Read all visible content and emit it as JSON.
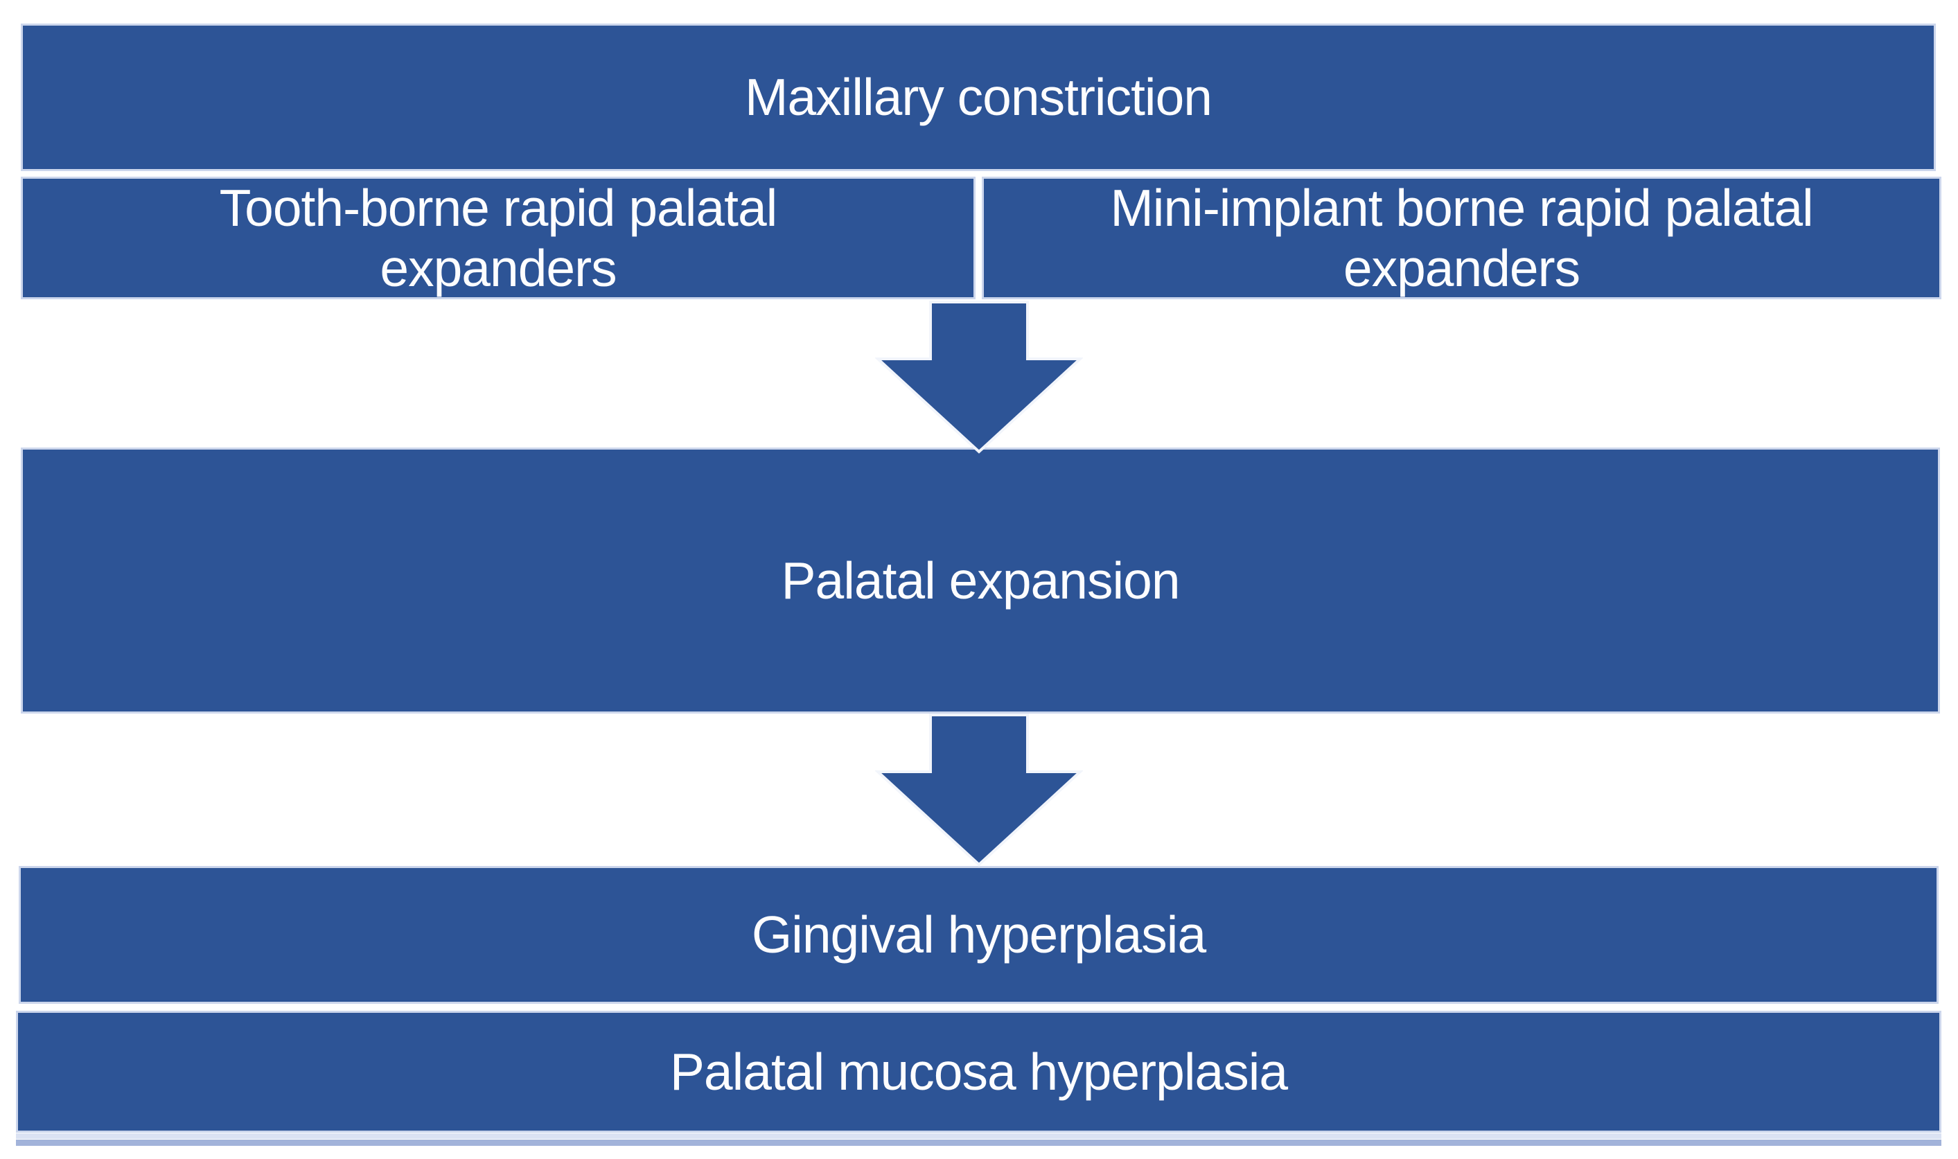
{
  "diagram": {
    "nodes": {
      "maxillary": {
        "label": "Maxillary constriction"
      },
      "tooth_borne": {
        "line1": "Tooth-borne rapid palatal",
        "line2": "expanders"
      },
      "mini_implant": {
        "line1": "Mini-implant borne rapid palatal",
        "line2": "expanders"
      },
      "palatal_expansion": {
        "label": "Palatal expansion"
      },
      "gingival": {
        "label": "Gingival hyperplasia"
      },
      "palatal_mucosa": {
        "label": "Palatal mucosa hyperplasia"
      }
    },
    "arrows": [
      {
        "direction": "down"
      },
      {
        "direction": "down"
      }
    ],
    "colors": {
      "background": "#ffffff",
      "box_fill": "#2d5496",
      "box_border": "#ccd6ec",
      "text": "#fdfdfe",
      "arrow_fill": "#2d5496",
      "stripe_light": "#dbe2f3",
      "stripe_medium": "#a2b3da"
    }
  }
}
